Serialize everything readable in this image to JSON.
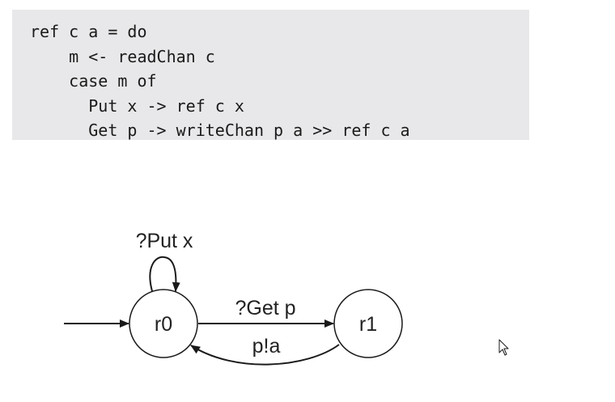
{
  "code": {
    "lines": [
      "ref c a = do",
      "    m <- readChan c",
      "    case m of",
      "      Put x -> ref c x",
      "      Get p -> writeChan p a >> ref c a"
    ]
  },
  "diagram": {
    "states": [
      {
        "id": "r0",
        "label": "r0",
        "initial": true
      },
      {
        "id": "r1",
        "label": "r1",
        "initial": false
      }
    ],
    "transitions": [
      {
        "from": "r0",
        "to": "r0",
        "label": "?Put x"
      },
      {
        "from": "r0",
        "to": "r1",
        "label": "?Get p"
      },
      {
        "from": "r1",
        "to": "r0",
        "label": "p!a"
      }
    ],
    "line_color": "#1a1a1a"
  },
  "cursor": {
    "icon": "mouse-pointer-icon"
  }
}
